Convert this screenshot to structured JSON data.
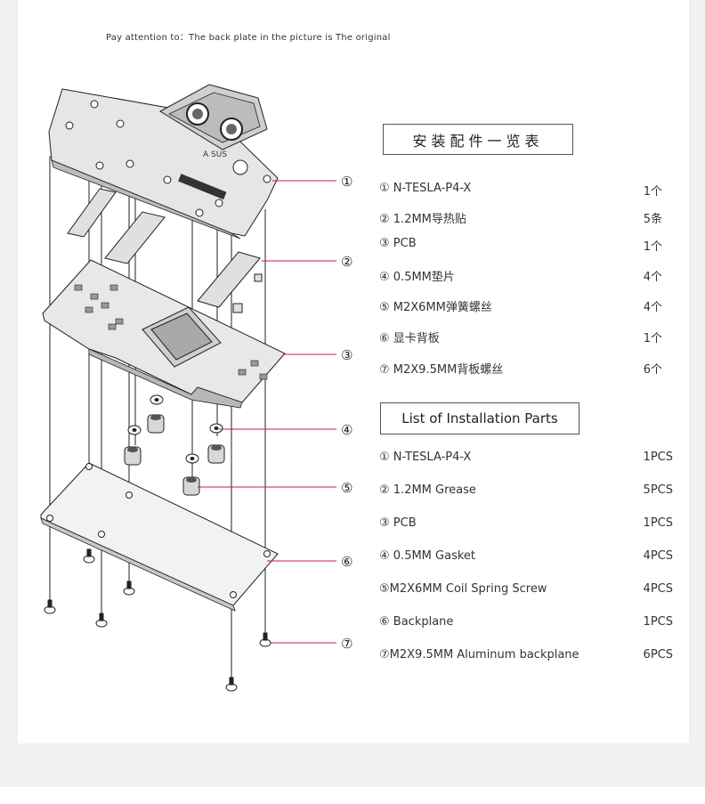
{
  "note": "Pay attention to：The back plate in the picture is The original",
  "callouts": [
    "①",
    "②",
    "③",
    "④",
    "⑤",
    "⑥",
    "⑦"
  ],
  "block_label": "A SUS",
  "cn_title": "安装配件一览表",
  "cn_parts": [
    {
      "name": "① N-TESLA-P4-X",
      "qty": "1个"
    },
    {
      "name": "② 1.2MM导热贴",
      "qty": "5条"
    },
    {
      "name": "③ PCB",
      "qty": "1个"
    },
    {
      "name": "④ 0.5MM垫片",
      "qty": "4个"
    },
    {
      "name": "⑤ M2X6MM弹簧螺丝",
      "qty": "4个"
    },
    {
      "name": "⑥ 显卡背板",
      "qty": "1个"
    },
    {
      "name": "⑦ M2X9.5MM背板螺丝",
      "qty": "6个"
    }
  ],
  "en_title": "List of Installation Parts",
  "en_parts": [
    {
      "name": "① N-TESLA-P4-X",
      "qty": "1PCS"
    },
    {
      "name": "② 1.2MM Grease",
      "qty": "5PCS"
    },
    {
      "name": "③ PCB",
      "qty": "1PCS"
    },
    {
      "name": "④ 0.5MM Gasket",
      "qty": "4PCS"
    },
    {
      "name": "⑤M2X6MM Coil Spring Screw",
      "qty": "4PCS"
    },
    {
      "name": "⑥ Backplane",
      "qty": "1PCS"
    },
    {
      "name": "⑦M2X9.5MM Aluminum backplane",
      "qty": "6PCS"
    }
  ],
  "colors": {
    "callout_line": "#c2185b",
    "background": "#f0f0f0",
    "sheet": "#ffffff"
  }
}
